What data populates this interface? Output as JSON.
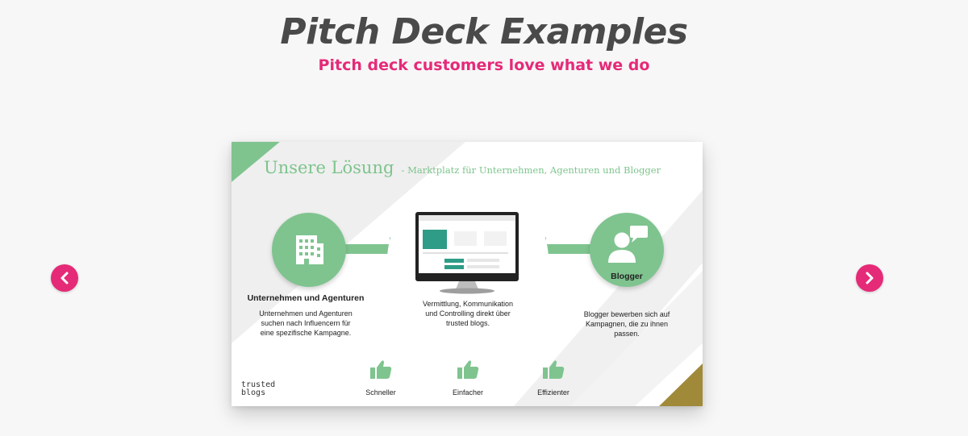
{
  "page": {
    "title": "Pitch Deck Examples",
    "subtitle": "Pitch deck customers love what we do"
  },
  "carousel": {
    "prev_icon": "chevron-left-icon",
    "next_icon": "chevron-right-icon",
    "accent_color": "#e52a78"
  },
  "slide": {
    "title_main": "Unsere Lösung",
    "title_sub": "- Marktplatz für Unternehmen, Agenturen und Blogger",
    "accent_color": "#7fc48f",
    "left": {
      "icon": "building-icon",
      "heading": "Unternehmen und Agenturen",
      "text": [
        "Unternehmen und Agenturen",
        "suchen nach Influencern für",
        "eine spezifische Kampagne."
      ]
    },
    "center": {
      "icon": "monitor-icon",
      "text": [
        "Vermittlung, Kommunikation",
        "und Controlling direkt über",
        "trusted blogs."
      ]
    },
    "right": {
      "icon": "blogger-chat-icon",
      "heading": "Blogger",
      "text": [
        "Blogger bewerben sich auf",
        "Kampagnen, die zu ihnen",
        "passen."
      ]
    },
    "benefits": [
      {
        "icon": "thumbs-up-icon",
        "label": "Schneller"
      },
      {
        "icon": "thumbs-up-icon",
        "label": "Einfacher"
      },
      {
        "icon": "thumbs-up-icon",
        "label": "Effizienter"
      }
    ],
    "brand": {
      "line1": "trusted",
      "line2": "blogs"
    }
  }
}
